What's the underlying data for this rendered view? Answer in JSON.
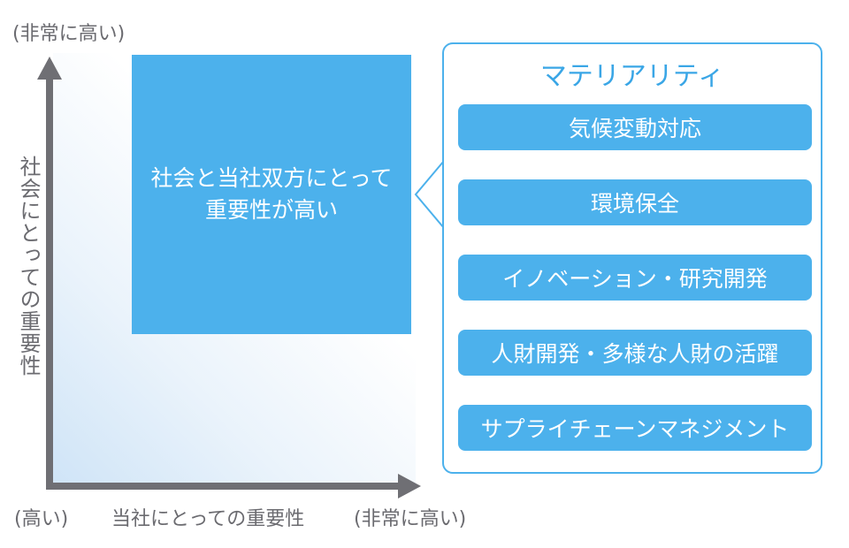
{
  "axes": {
    "y_high_label": "(非常に高い)",
    "y_title": "社会にとっての重要性",
    "x_low_label": "(高い)",
    "x_title": "当社にとっての重要性",
    "x_high_label": "(非常に高い)"
  },
  "quadrant": {
    "text": "社会と当社双方にとって\n重要性が高い"
  },
  "materiality": {
    "title": "マテリアリティ",
    "items": [
      "気候変動対応",
      "環境保全",
      "イノベーション・研究開発",
      "人財開発・多様な人財の活躍",
      "サプライチェーンマネジメント"
    ]
  },
  "colors": {
    "accent": "#4cb1ec",
    "axis": "#6f6f74",
    "text_gray": "#6b6b70",
    "white": "#ffffff"
  }
}
